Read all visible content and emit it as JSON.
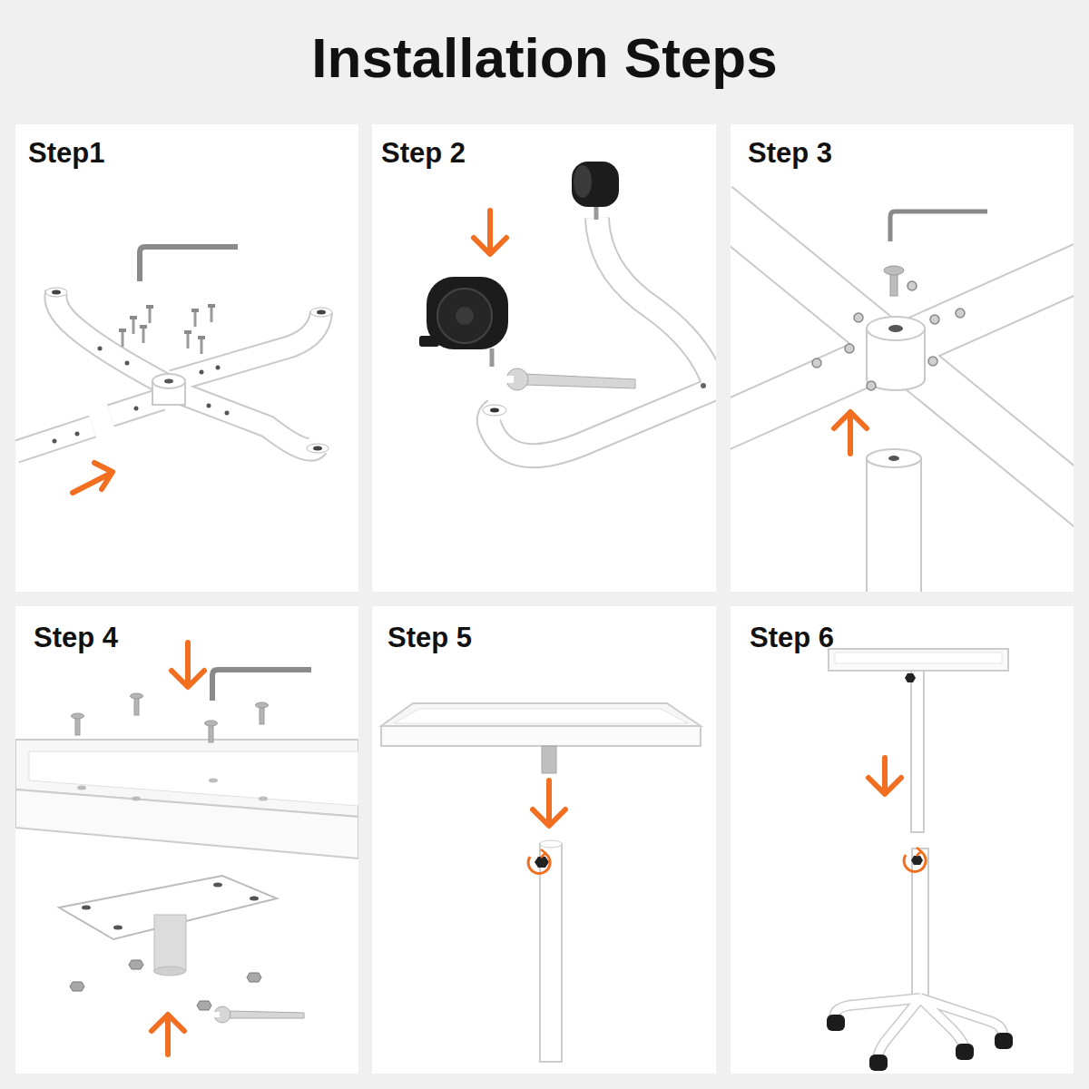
{
  "diagram": {
    "title": "Installation Steps",
    "nodes": [
      {
        "text": [
          "Step1"
        ]
      },
      {
        "text": [
          "Step 2"
        ]
      },
      {
        "text": [
          "Step 3"
        ]
      },
      {
        "text": [
          "Step 4"
        ]
      },
      {
        "text": [
          "Step 5"
        ]
      },
      {
        "text": [
          "Step 6"
        ]
      }
    ]
  }
}
